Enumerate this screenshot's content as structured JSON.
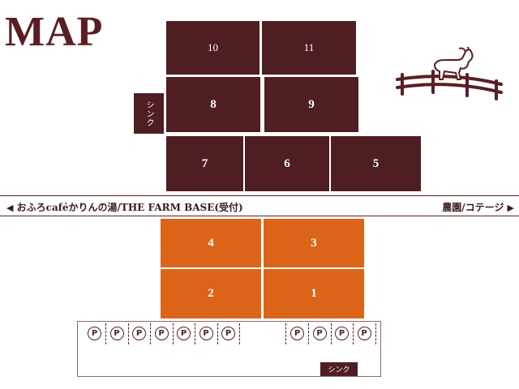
{
  "title": "MAP",
  "upper_plots": [
    {
      "id": "plot-10",
      "label": "10"
    },
    {
      "id": "plot-11",
      "label": "11"
    },
    {
      "id": "plot-8",
      "label": "8"
    },
    {
      "id": "plot-9",
      "label": "9"
    },
    {
      "id": "plot-7",
      "label": "7"
    },
    {
      "id": "plot-6",
      "label": "6"
    },
    {
      "id": "plot-5",
      "label": "5"
    }
  ],
  "lower_plots": [
    {
      "id": "plot-4",
      "label": "4"
    },
    {
      "id": "plot-3",
      "label": "3"
    },
    {
      "id": "plot-2",
      "label": "2"
    },
    {
      "id": "plot-1",
      "label": "1"
    }
  ],
  "sink_label": "シンク",
  "road": {
    "left_arrow": "◀",
    "left_text": "おふろcaféかりんの湯/THE FARM BASE(受付)",
    "right_text": "農園/コテージ",
    "right_arrow": "▶"
  },
  "parking": {
    "symbol": "P",
    "left_count": 7,
    "right_count": 4
  },
  "colors": {
    "upper_plot": "#4e1e22",
    "lower_plot": "#dc6418",
    "title": "#5a1e22"
  },
  "icons": {
    "goat_fence": "goat-fence-icon"
  }
}
